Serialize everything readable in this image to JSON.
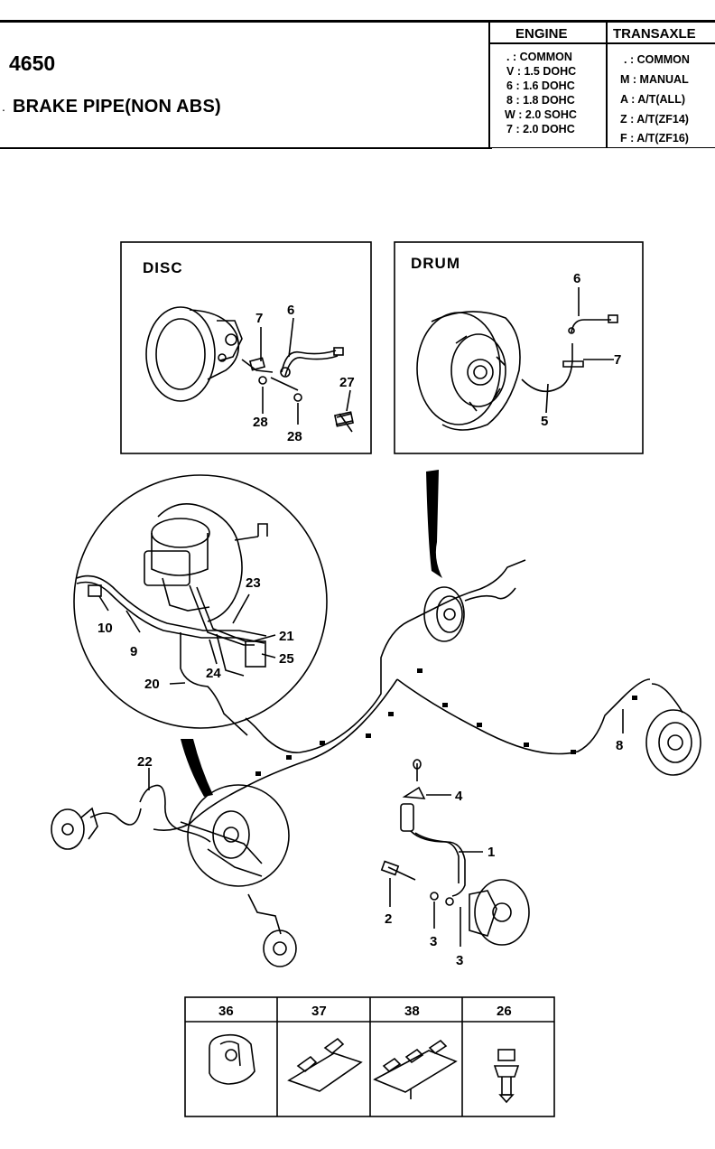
{
  "header": {
    "part_number": "4650",
    "title": "BRAKE PIPE(NON ABS)"
  },
  "engine_table": {
    "heading": "ENGINE",
    "options": [
      {
        "code": ".",
        "text": ": COMMON"
      },
      {
        "code": "V",
        "text": ": 1.5 DOHC"
      },
      {
        "code": "6",
        "text": ": 1.6 DOHC"
      },
      {
        "code": "8",
        "text": ": 1.8 DOHC"
      },
      {
        "code": "W",
        "text": ": 2.0 SOHC"
      },
      {
        "code": "7",
        "text": ": 2.0 DOHC"
      }
    ]
  },
  "transaxle_table": {
    "heading": "TRANSAXLE",
    "options": [
      {
        "code": ".",
        "text": ": COMMON"
      },
      {
        "code": "M",
        "text": ": MANUAL"
      },
      {
        "code": "A",
        "text": ": A/T(ALL)"
      },
      {
        "code": "Z",
        "text": ": A/T(ZF14)"
      },
      {
        "code": "F",
        "text": ": A/T(ZF16)"
      }
    ]
  },
  "disc_box": {
    "title": "DISC",
    "callouts": [
      "7",
      "6",
      "27",
      "28",
      "28"
    ]
  },
  "drum_box": {
    "title": "DRUM",
    "callouts": [
      "6",
      "7",
      "5"
    ]
  },
  "master_cylinder_detail": {
    "callouts": [
      "23",
      "10",
      "21",
      "9",
      "25",
      "24",
      "20"
    ]
  },
  "main_callouts": [
    "22",
    "8",
    "4",
    "1",
    "2",
    "3",
    "3"
  ],
  "clips": [
    {
      "number": "36",
      "icon": "open-clip-icon"
    },
    {
      "number": "37",
      "icon": "double-clip-icon"
    },
    {
      "number": "38",
      "icon": "triple-clip-icon"
    },
    {
      "number": "26",
      "icon": "push-clip-icon"
    }
  ]
}
